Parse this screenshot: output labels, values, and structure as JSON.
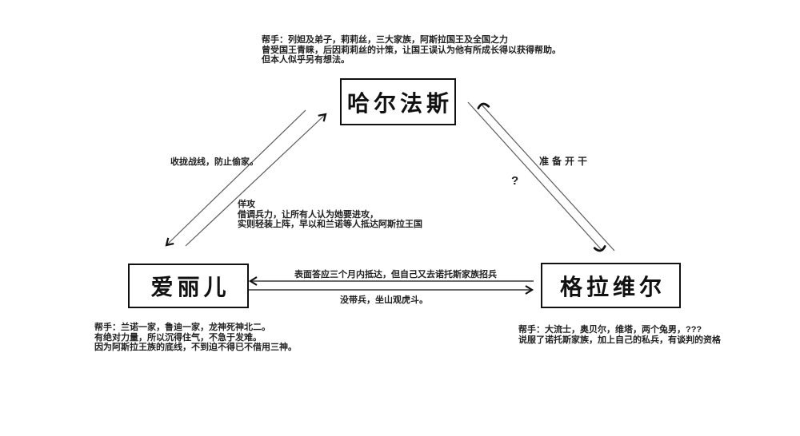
{
  "diagram": {
    "top_note": {
      "lines": [
        "帮手：列妲及弟子，莉莉丝，三大家族，阿斯拉国王及全国之力",
        "曾受国王青睐，后因莉莉丝的计策，让国王误认为他有所成长得以获得帮助。",
        "但本人似乎另有想法。"
      ]
    },
    "nodes": {
      "halfaus": {
        "label": "哈尔法斯"
      },
      "ariel": {
        "label": "爱丽儿"
      },
      "grabell": {
        "label": "格拉维尔"
      }
    },
    "edges": {
      "halfaus_to_ariel": {
        "label": "收拢战线，防止偷家。"
      },
      "ariel_to_halfaus": {
        "lines": [
          "佯攻",
          "借调兵力，让所有人认为她要进攻，",
          "实则轻装上阵，早以和兰诺等人抵达阿斯拉王国"
        ]
      },
      "grabell_to_halfaus": {
        "label": "准备开干",
        "question": "?"
      },
      "grabell_to_ariel": {
        "label": "表面答应三个月内抵达，但自己又去诺托斯家族招兵"
      },
      "ariel_to_grabell": {
        "label": "没带兵，坐山观虎斗。"
      }
    },
    "notes": {
      "ariel": {
        "lines": [
          "帮手：兰诺一家，鲁迪一家，龙神死神北二。",
          "有绝对力量，所以沉得住气，不急于发难。",
          "因为阿斯拉王族的底线，不到迫不得已不借用三神。"
        ]
      },
      "grabell": {
        "lines": [
          "帮手：大流士，奥贝尔，维塔，两个兔男，???",
          "说服了诺托斯家族，加上自己的私兵，有谈判的资格"
        ]
      }
    },
    "colors": {
      "line": "#5a5a5a",
      "horizontal_line": "#3a3a3a",
      "arrowhead": "#111111",
      "text": "#222222"
    }
  }
}
